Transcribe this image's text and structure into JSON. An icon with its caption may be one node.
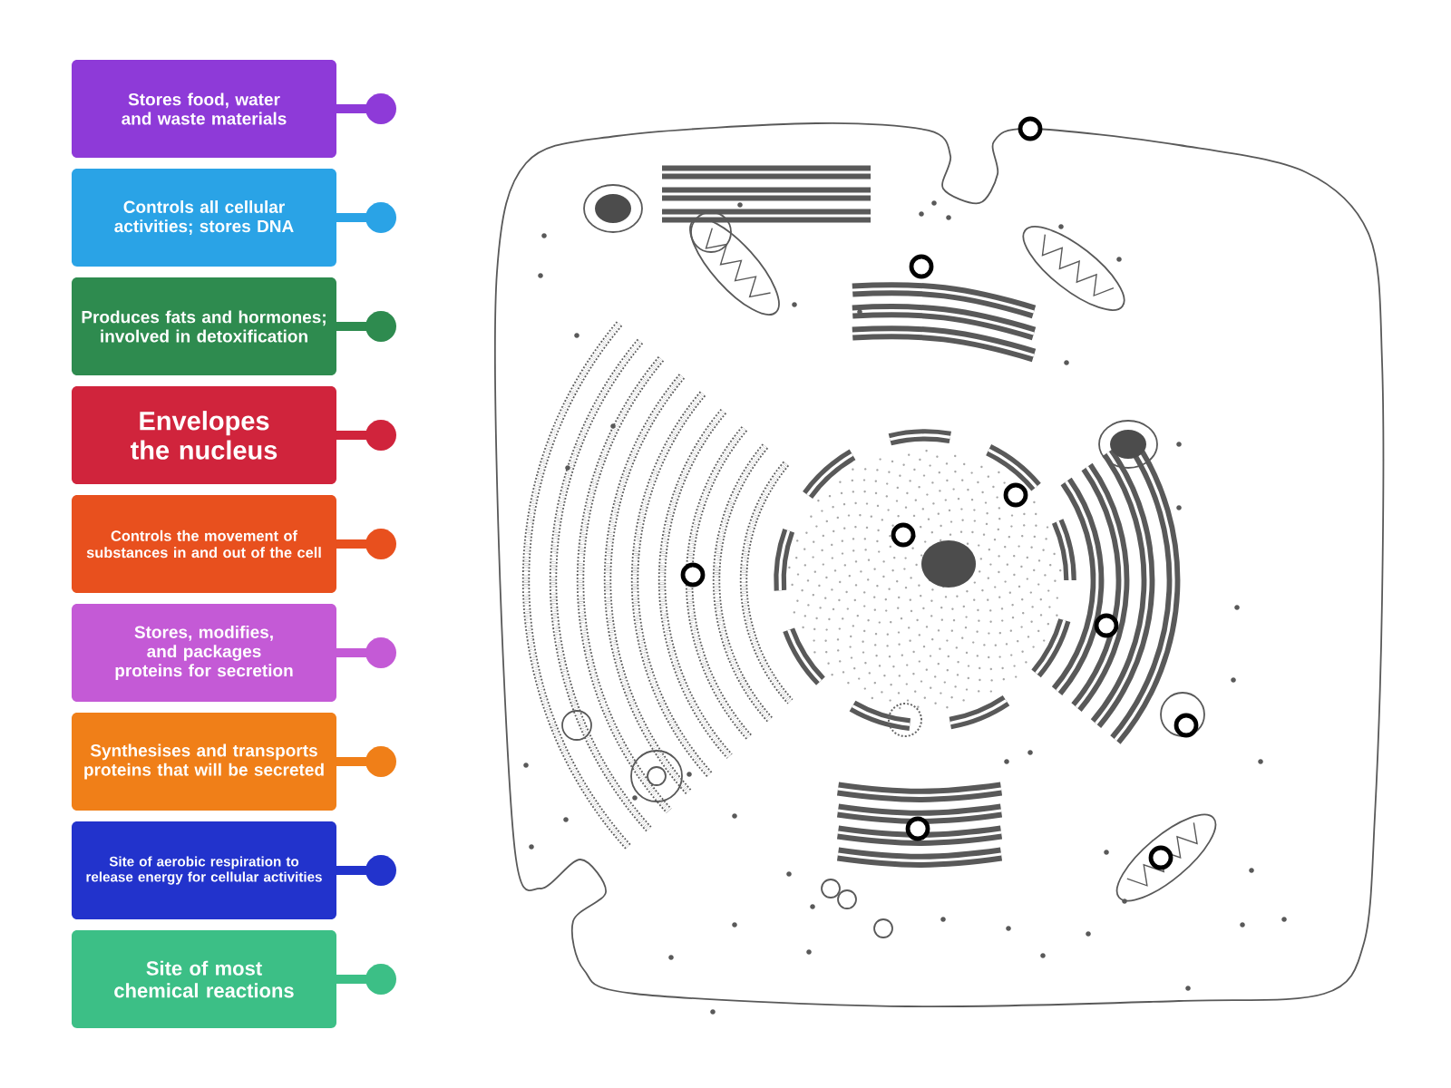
{
  "diagram": {
    "nodes": [
      {
        "text": [
          "Stores food, water and waste materials"
        ]
      },
      {
        "text": [
          "Controls all cellular activities; stores DNA"
        ]
      },
      {
        "text": [
          "Produces fats and hormones; involved in detoxification"
        ]
      },
      {
        "text": [
          "Envelopes the nucleus"
        ]
      },
      {
        "text": [
          "Controls the movement of substances in and out of the cell"
        ]
      },
      {
        "text": [
          "Stores, modifies, and packages proteins for secretion"
        ]
      },
      {
        "text": [
          "Synthesises and transports proteins that will be secreted"
        ]
      },
      {
        "text": [
          "Site of aerobic respiration to release energy for cellular activities"
        ]
      },
      {
        "text": [
          "Site of most chemical reactions"
        ]
      },
      {
        "text": [],
        "shape": "circle"
      },
      {
        "text": [],
        "shape": "circle"
      },
      {
        "text": [],
        "shape": "circle"
      },
      {
        "text": [],
        "shape": "circle"
      },
      {
        "text": [],
        "shape": "circle"
      },
      {
        "text": [],
        "shape": "circle"
      },
      {
        "text": [],
        "shape": "circle"
      },
      {
        "text": [],
        "shape": "circle"
      },
      {
        "text": [],
        "shape": "circle"
      }
    ]
  }
}
